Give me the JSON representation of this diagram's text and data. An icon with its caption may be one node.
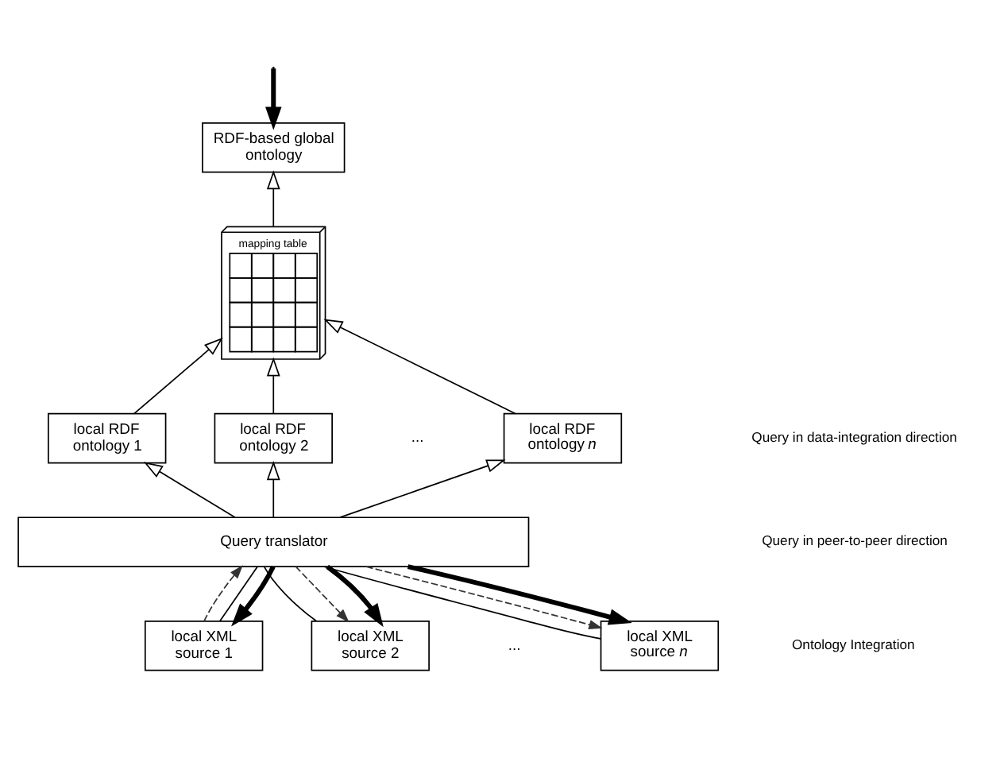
{
  "diagram": {
    "nodes": [
      {
        "text": [
          "RDF-based global ontology"
        ]
      },
      {
        "text": [
          "mapping table"
        ]
      },
      {
        "text": [
          "local RDF ontology 1"
        ]
      },
      {
        "text": [
          "local RDF ontology 2"
        ]
      },
      {
        "text": [
          "local RDF ontology *n*"
        ]
      },
      {
        "text": [
          "Query translator"
        ]
      },
      {
        "text": [
          "local XML source 1"
        ]
      },
      {
        "text": [
          "local XML source 2"
        ]
      },
      {
        "text": [
          "local XML source *n*"
        ]
      }
    ],
    "edges": [
      {
        "from": null,
        "to": 0,
        "arrow": "to",
        "style": "thick"
      },
      {
        "from": 1,
        "to": 0,
        "arrow": "to"
      },
      {
        "from": 2,
        "to": 1,
        "arrow": "to"
      },
      {
        "from": 3,
        "to": 1,
        "arrow": "to"
      },
      {
        "from": 4,
        "to": 1,
        "arrow": "to"
      },
      {
        "from": 5,
        "to": 2,
        "arrow": "to"
      },
      {
        "from": 5,
        "to": 3,
        "arrow": "to"
      },
      {
        "from": 5,
        "to": 4,
        "arrow": "to"
      },
      {
        "from": 5,
        "to": 6,
        "arrow": "to",
        "style": "thick"
      },
      {
        "from": 6,
        "to": 5,
        "arrow": "none"
      },
      {
        "from": 6,
        "to": 5,
        "arrow": "to",
        "style": "dashed"
      },
      {
        "from": 5,
        "to": 7,
        "arrow": "to",
        "style": "dashed"
      },
      {
        "from": 5,
        "to": 8,
        "arrow": "to",
        "style": "dashed"
      },
      {
        "from": 7,
        "to": 5,
        "arrow": "none"
      },
      {
        "from": 5,
        "to": 7,
        "arrow": "to",
        "style": "thick"
      },
      {
        "from": 8,
        "to": 5,
        "arrow": "none"
      },
      {
        "from": 5,
        "to": 8,
        "arrow": "to",
        "style": "thick"
      }
    ],
    "labels": [
      "...",
      "..."
    ],
    "legend": [
      {
        "text": "Query in data-integration direction"
      },
      {
        "text": "Query in peer-to-peer direction"
      },
      {
        "text": "Ontology Integration"
      }
    ]
  }
}
